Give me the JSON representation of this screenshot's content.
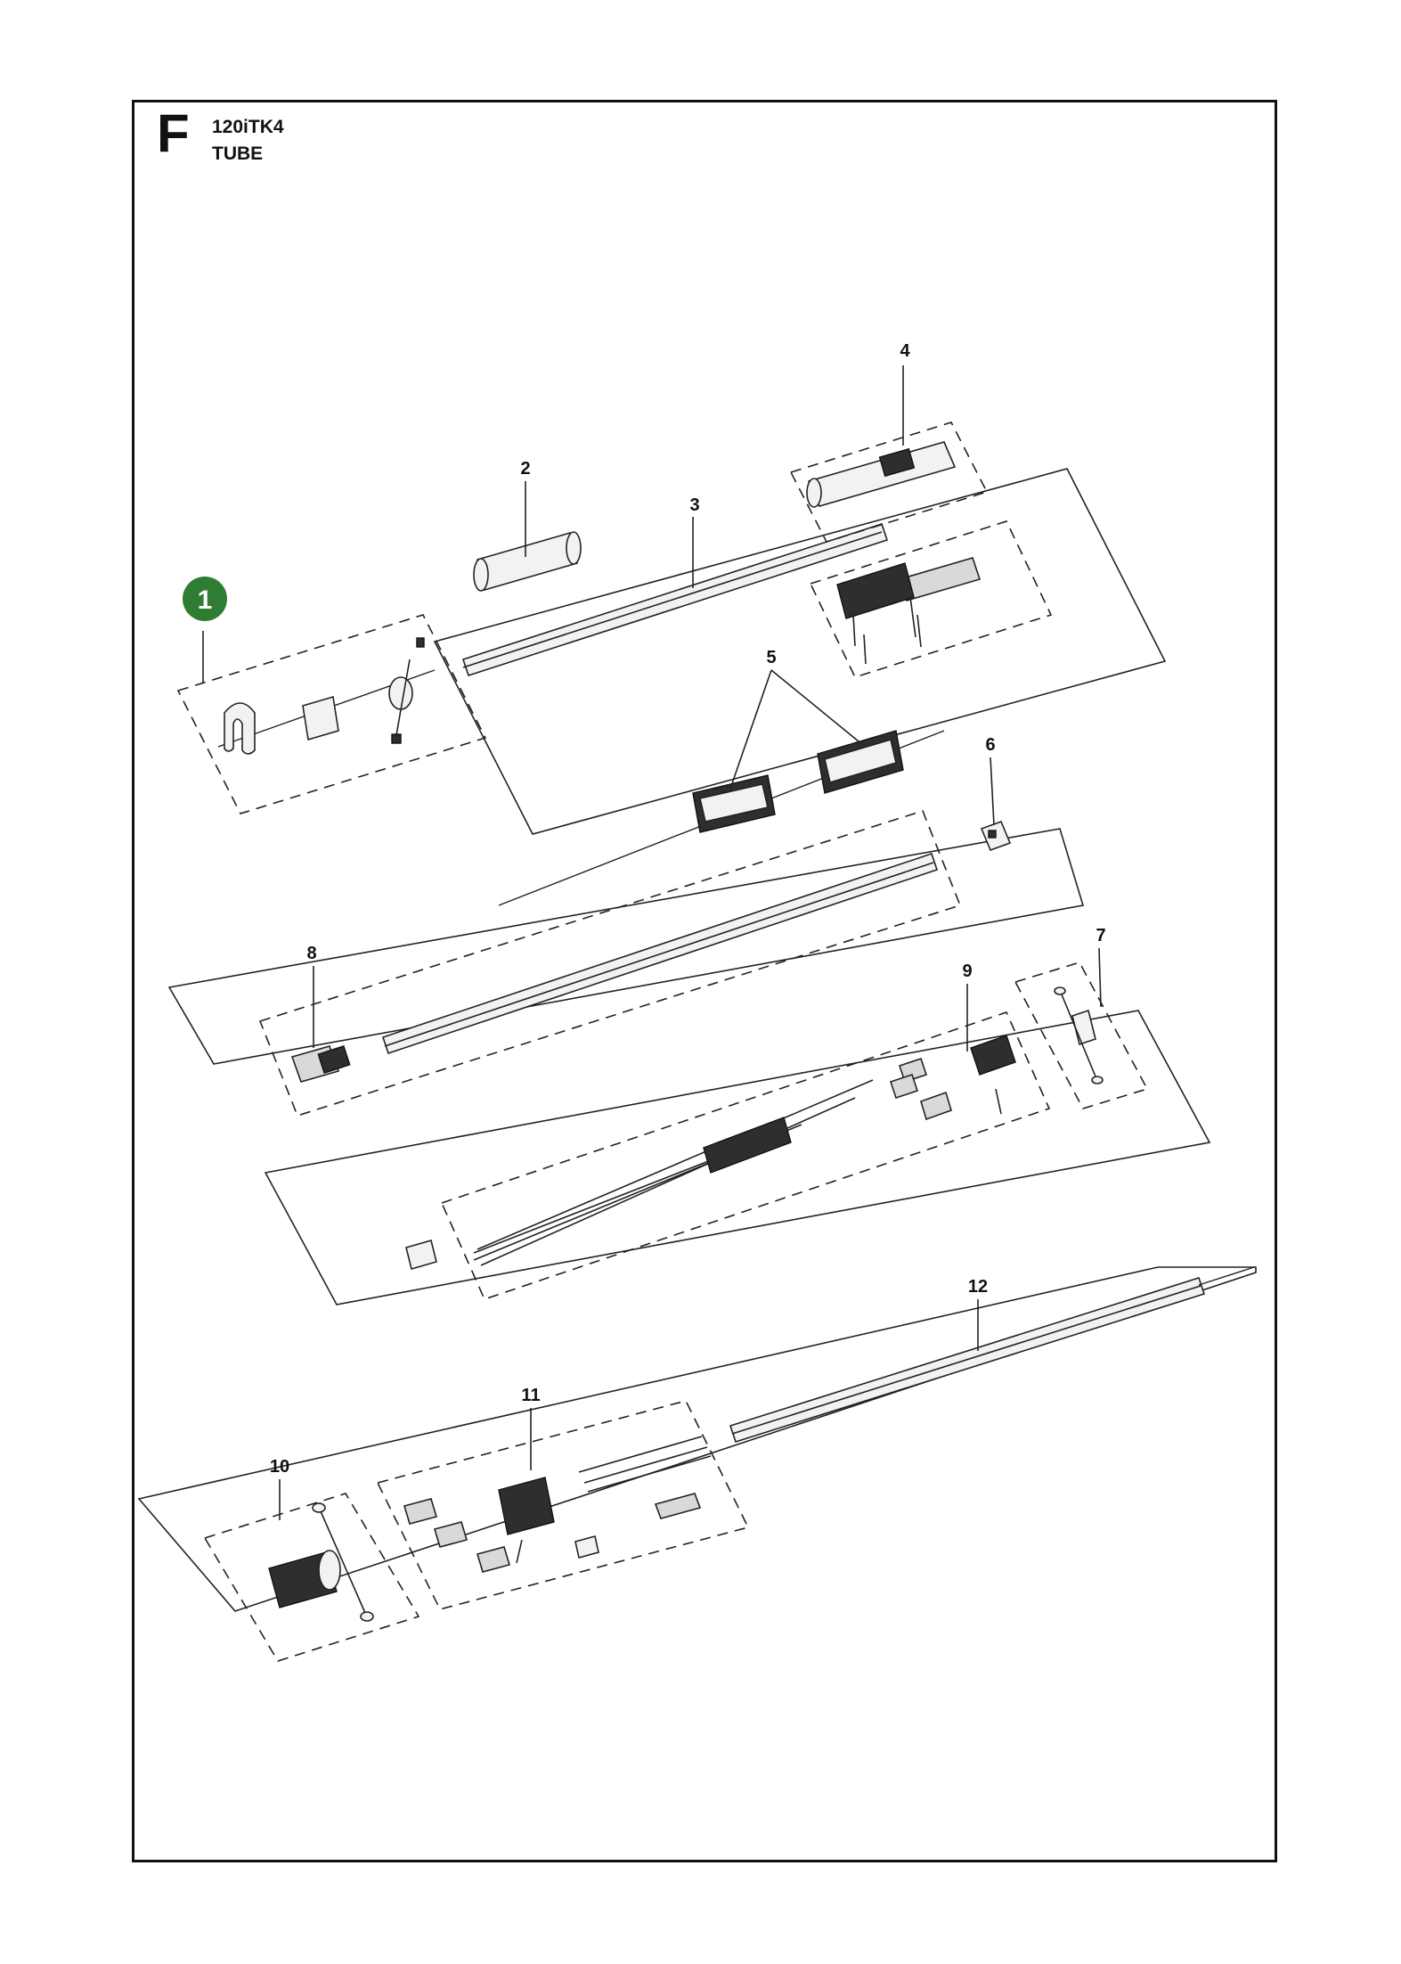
{
  "header": {
    "section_letter": "F",
    "model": "120iTK4",
    "title": "TUBE"
  },
  "colors": {
    "badge": "#2e7d32",
    "line": "#222222"
  },
  "callouts": {
    "badge": "1",
    "c2": "2",
    "c3": "3",
    "c4": "4",
    "c5": "5",
    "c6": "6",
    "c7": "7",
    "c8": "8",
    "c9": "9",
    "c10": "10",
    "c11": "11",
    "c12": "12"
  }
}
